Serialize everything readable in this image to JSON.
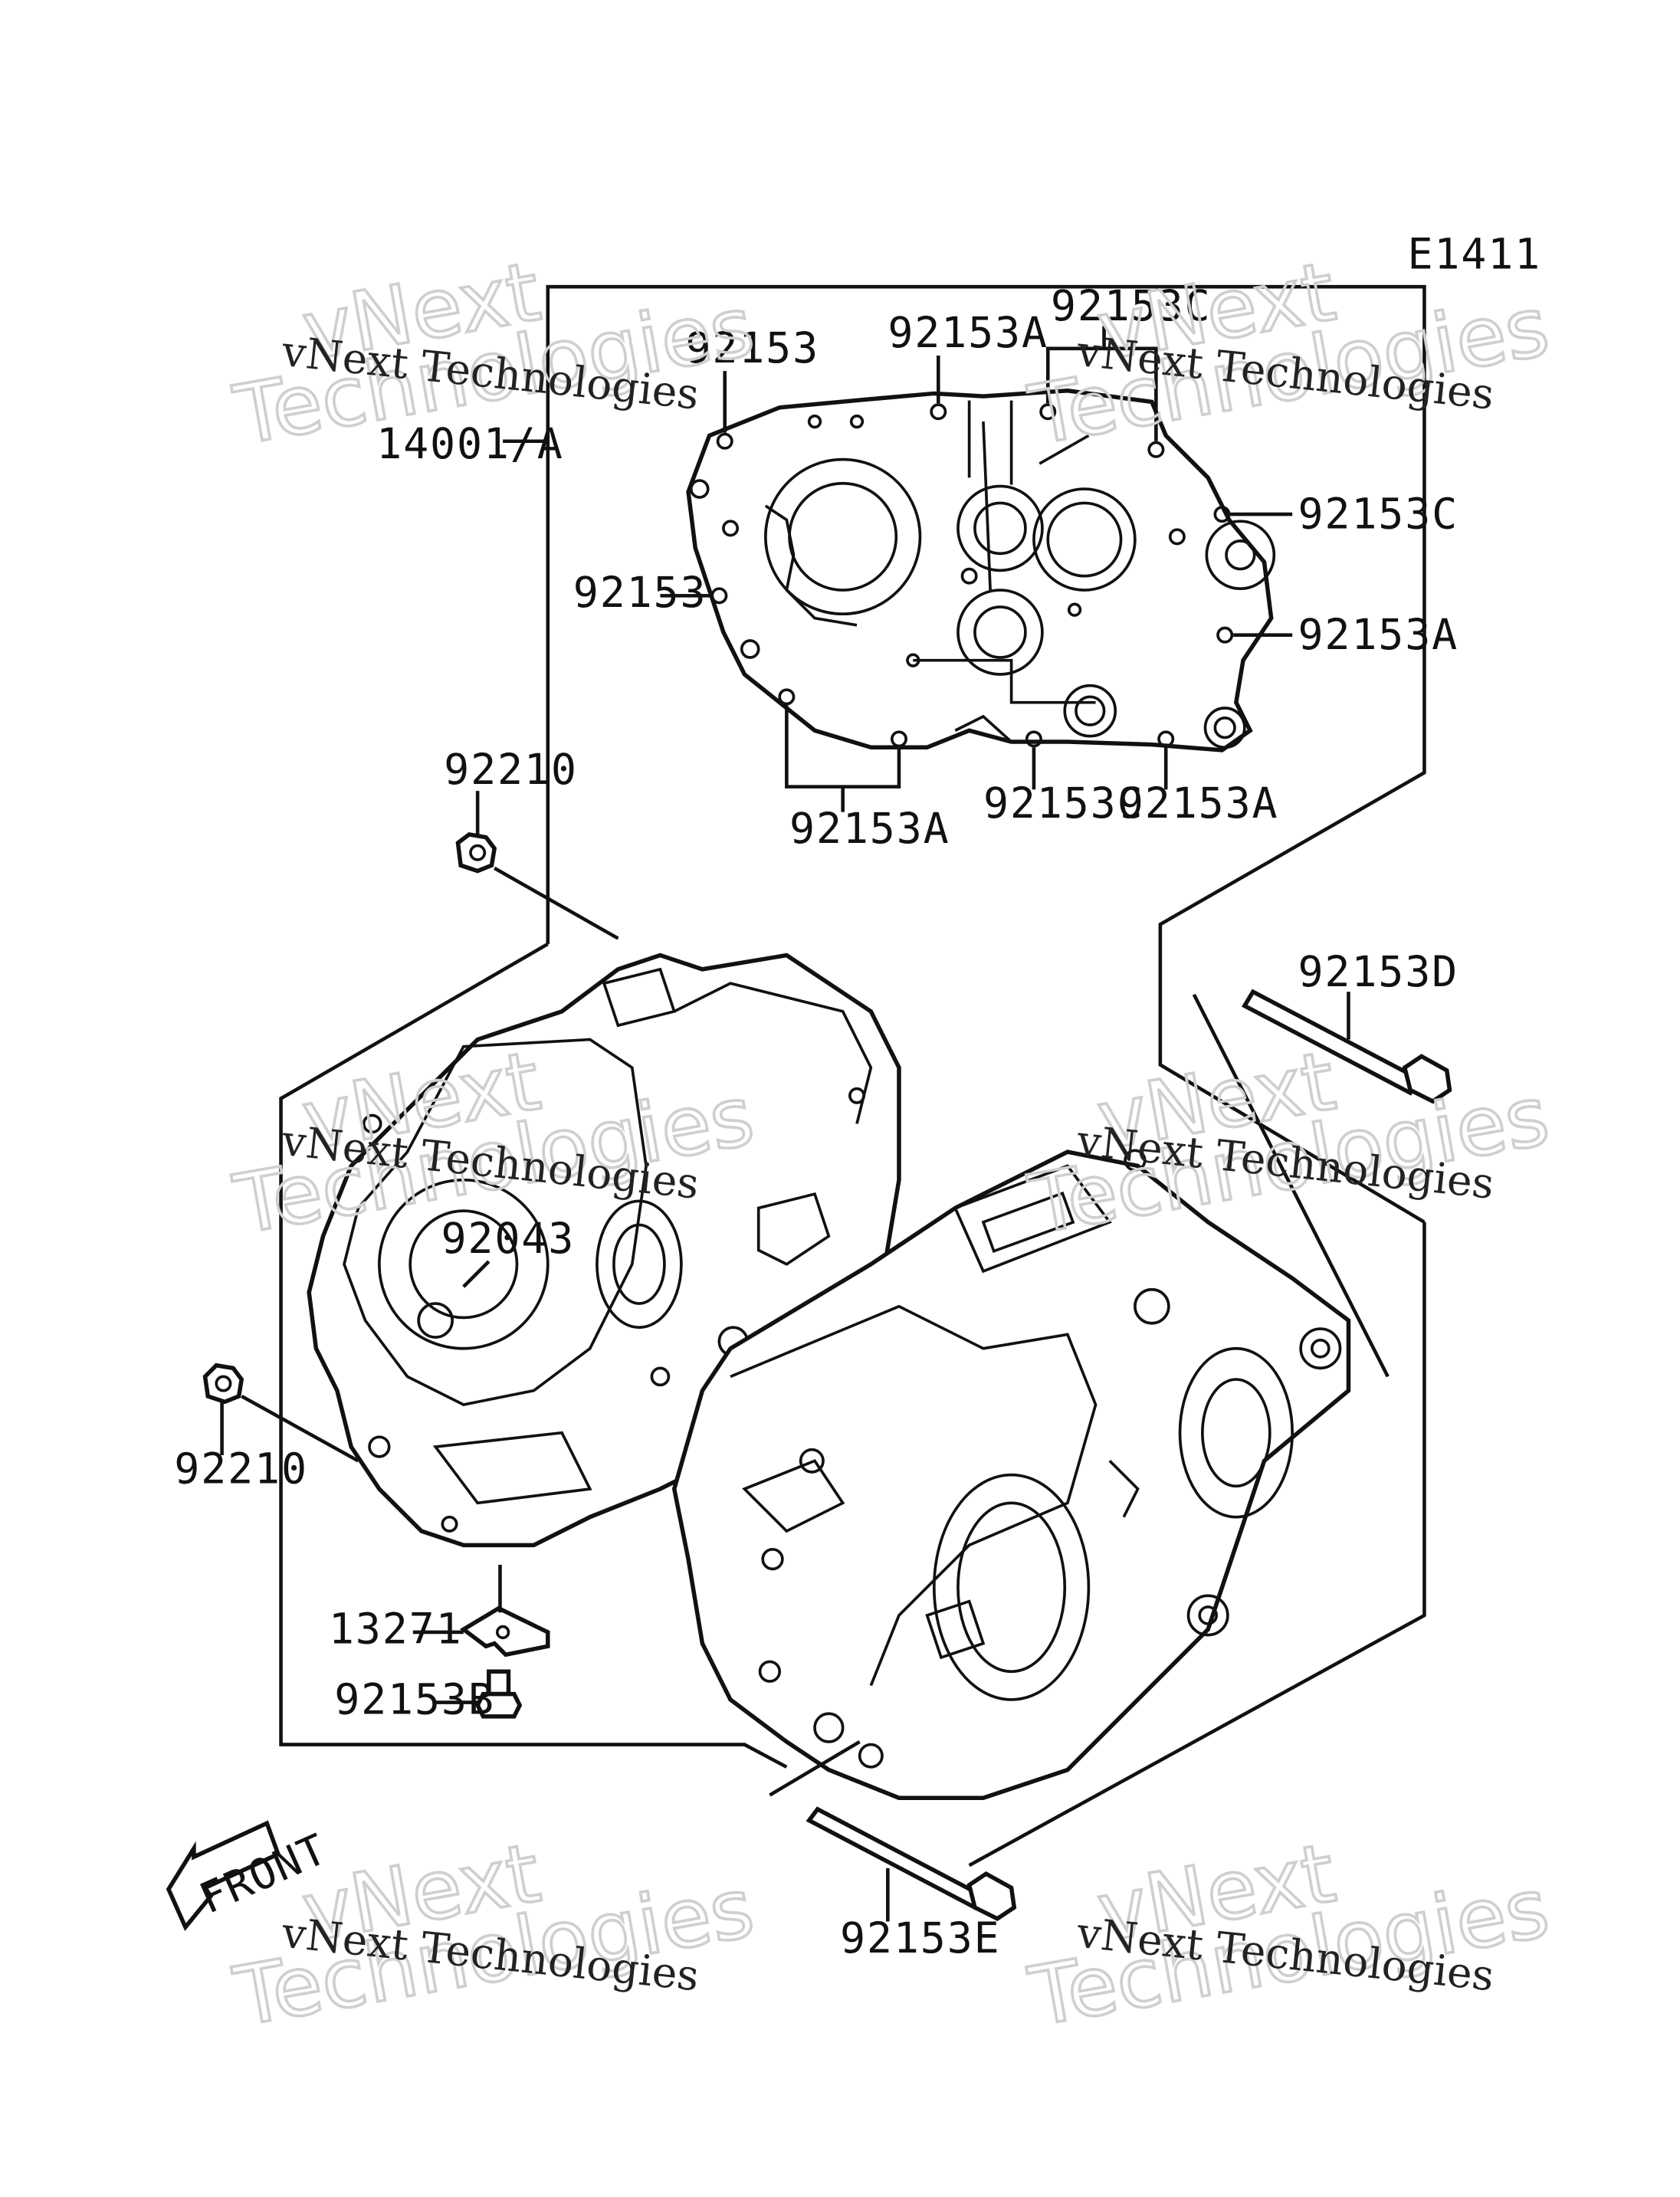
{
  "diagram": {
    "code": "E1411",
    "front_label": "FRONT",
    "part_labels": {
      "p14001A": "14001/A",
      "p92153_top": "92153",
      "p92153A_top": "92153A",
      "p92153C_top": "92153C",
      "p92153C_right": "92153C",
      "p92153_left": "92153",
      "p92153A_right": "92153A",
      "p92153A_bottom": "92153A",
      "p92153C_bottom": "92153C",
      "p92153A_bottom_right": "92153A",
      "p92210_top": "92210",
      "p92153D": "92153D",
      "p92043": "92043",
      "p92210_left": "92210",
      "p13271": "13271",
      "p92153B": "92153B",
      "p92153E": "92153E"
    },
    "watermarks": [
      {
        "line": "vNext Technologies",
        "big_top": "vNext",
        "big_bottom": "Technologies"
      },
      {
        "line": "vNext Technologies",
        "big_top": "vNext",
        "big_bottom": "Technologies"
      },
      {
        "line": "vNext Technologies",
        "big_top": "vNext",
        "big_bottom": "Technologies"
      },
      {
        "line": "vNext Technologies",
        "big_top": "vNext",
        "big_bottom": "Technologies"
      },
      {
        "line": "vNext Technologies",
        "big_top": "vNext",
        "big_bottom": "Technologies"
      },
      {
        "line": "vNext Technologies",
        "big_top": "vNext",
        "big_bottom": "Technologies"
      }
    ]
  }
}
